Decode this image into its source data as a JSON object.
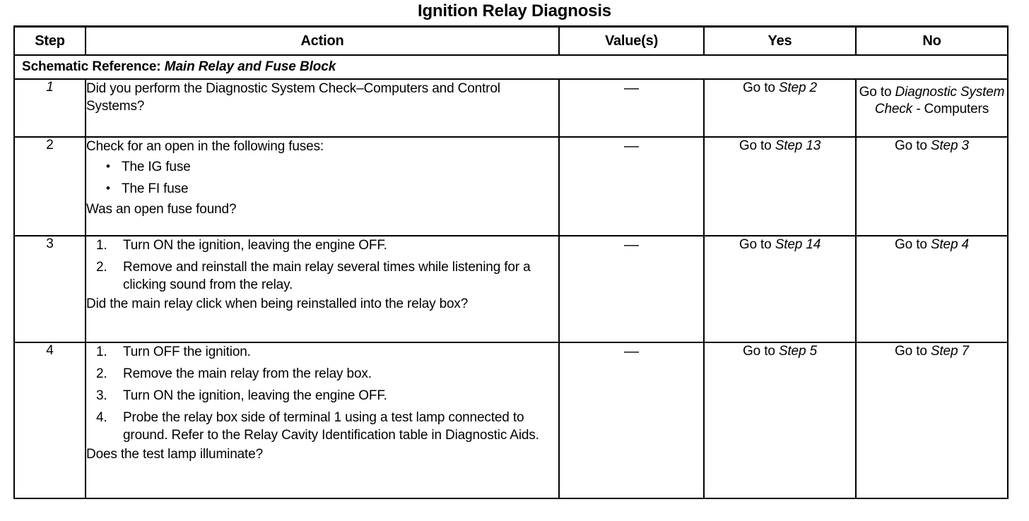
{
  "document": {
    "title": "Ignition Relay Diagnosis"
  },
  "table": {
    "columns": [
      {
        "key": "step",
        "label": "Step"
      },
      {
        "key": "action",
        "label": "Action"
      },
      {
        "key": "value",
        "label": "Value(s)"
      },
      {
        "key": "yes",
        "label": "Yes"
      },
      {
        "key": "no",
        "label": "No"
      }
    ],
    "schematic_reference": {
      "label": "Schematic Reference:",
      "name": "Main Relay and Fuse Block"
    },
    "rows": [
      {
        "step": "1",
        "step_italic": true,
        "action": {
          "intro": "Did you perform the Diagnostic System Check–Computers and Control Systems?",
          "bullets": [],
          "numbered": [],
          "question": ""
        },
        "value": "—",
        "yes": {
          "prefix": "Go to ",
          "ref": "Step 2",
          "suffix": ""
        },
        "no": {
          "prefix": "Go to ",
          "ref": "Diagnostic System Check -",
          "suffix": "Computers",
          "align": "top"
        }
      },
      {
        "step": "2",
        "step_italic": false,
        "action": {
          "intro": "Check for an open in the following fuses:",
          "bullets": [
            "The IG fuse",
            "The FI fuse"
          ],
          "numbered": [],
          "question": "Was an open fuse found?"
        },
        "value": "—",
        "yes": {
          "prefix": "Go to ",
          "ref": "Step 13",
          "suffix": ""
        },
        "no": {
          "prefix": "Go to ",
          "ref": "Step 3",
          "suffix": ""
        }
      },
      {
        "step": "3",
        "step_italic": false,
        "action": {
          "intro": "",
          "bullets": [],
          "numbered": [
            "Turn ON the ignition, leaving the engine OFF.",
            "Remove and reinstall the main relay several times while listening for a clicking sound from the relay."
          ],
          "question": "Did the main relay click when being reinstalled into the relay box?"
        },
        "value": "—",
        "yes": {
          "prefix": "Go to ",
          "ref": "Step 14",
          "suffix": ""
        },
        "no": {
          "prefix": "Go to ",
          "ref": "Step 4",
          "suffix": ""
        }
      },
      {
        "step": "4",
        "step_italic": false,
        "action": {
          "intro": "",
          "bullets": [],
          "numbered": [
            "Turn OFF the ignition.",
            "Remove the main relay from the relay box.",
            "Turn ON the ignition, leaving the engine OFF.",
            "Probe the relay box side of terminal 1 using a test lamp connected to ground. Refer to the Relay Cavity Identification table in Diagnostic Aids."
          ],
          "question": "Does the test lamp illuminate?"
        },
        "value": "—",
        "yes": {
          "prefix": "Go to ",
          "ref": "Step 5",
          "suffix": ""
        },
        "no": {
          "prefix": "Go to ",
          "ref": "Step 7",
          "suffix": ""
        }
      }
    ]
  },
  "colors": {
    "ink": "#000000",
    "paper": "#ffffff"
  }
}
